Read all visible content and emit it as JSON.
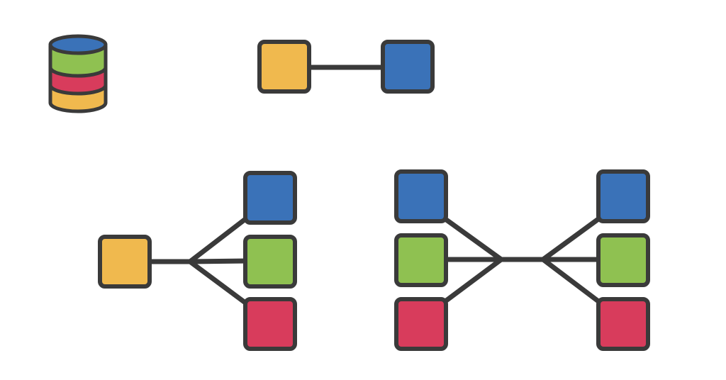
{
  "colors": {
    "stroke": "#3a3a3a",
    "yellow": "#f0b94e",
    "blue": "#3a72b8",
    "green": "#8fc151",
    "red": "#d83c5c",
    "background": "#ffffff"
  },
  "icons": {
    "database": "database-icon",
    "one_to_one": "one-to-one-relationship",
    "one_to_many": "one-to-many-relationship",
    "many_to_many": "many-to-many-relationship"
  }
}
